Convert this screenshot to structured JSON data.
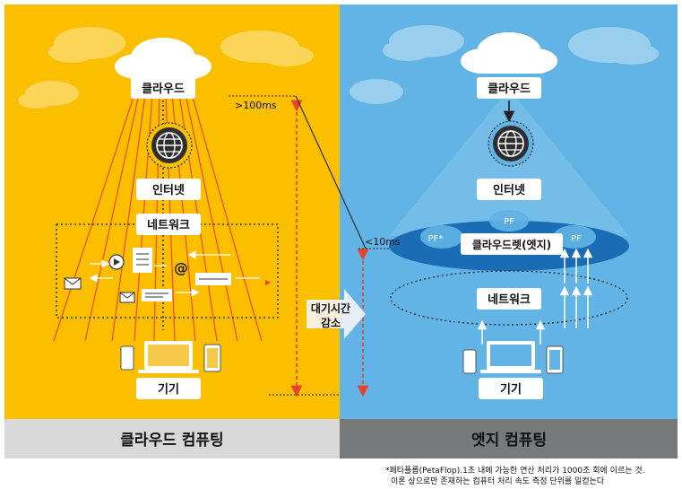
{
  "left_panel": {
    "title": "클라우드 컴퓨팅",
    "cloud_label": "클라우드",
    "internet_label": "인터넷",
    "network_label": "네트워크",
    "device_label": "기기",
    "latency_top": ">100ms",
    "bg_color": "#FBBF00",
    "footer_color": "#D9D9D9"
  },
  "right_panel": {
    "title": "엣지 컴퓨팅",
    "cloud_label": "클라우드",
    "internet_label": "인터넷",
    "cloudlet_label": "클라우드렛(엣지)",
    "network_label": "네트워크",
    "device_label": "기기",
    "pf_labels": [
      "PF*",
      "PF",
      "PF"
    ],
    "latency_top": "<10ms",
    "bg_color": "#62B4E6",
    "footer_color": "#77797A"
  },
  "center": {
    "arrow_label": [
      "대기시간",
      "감소"
    ]
  },
  "footnote": [
    "*페타플롭(PetaFlop).1초 내에 가능한 연산 처리가 1000조 회에 이르는 것.",
    "이론 상으로만 존재하는 컴퓨터 처리 속도 측정 단위를 일컫는다"
  ],
  "colors": {
    "accent_red": "#E8412C",
    "edge_ellipse": "#1A6DB5",
    "globe": "#2E2E2E"
  }
}
